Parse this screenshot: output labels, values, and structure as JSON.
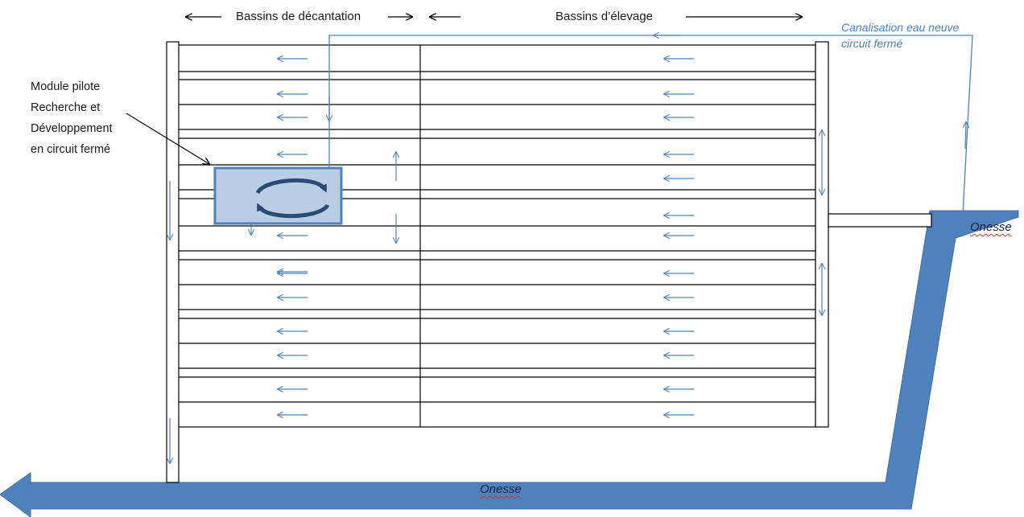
{
  "header": {
    "decantation": "Bassins de décantation",
    "elevage": "Bassins d’élevage"
  },
  "pipe": {
    "line1": "Canalisation eau neuve",
    "line2": "circuit fermé"
  },
  "module": {
    "lines": [
      "Module pilote",
      "Recherche et",
      "Développement",
      "en circuit fermé"
    ]
  },
  "river": {
    "right_label": "Onesse",
    "bottom_label": "Onesse"
  },
  "colors": {
    "river": "#4f81bd",
    "pipe": "#4f81bd",
    "module_fill": "#b9cde5",
    "module_border": "#4f81bd",
    "cycle_arrow": "#2b4b74",
    "flow_arrow": "#4f81bd",
    "outline": "#000000"
  },
  "icons": {
    "module_symbol": "circular-arrows-icon",
    "flow_symbol": "left-arrow-icon"
  }
}
